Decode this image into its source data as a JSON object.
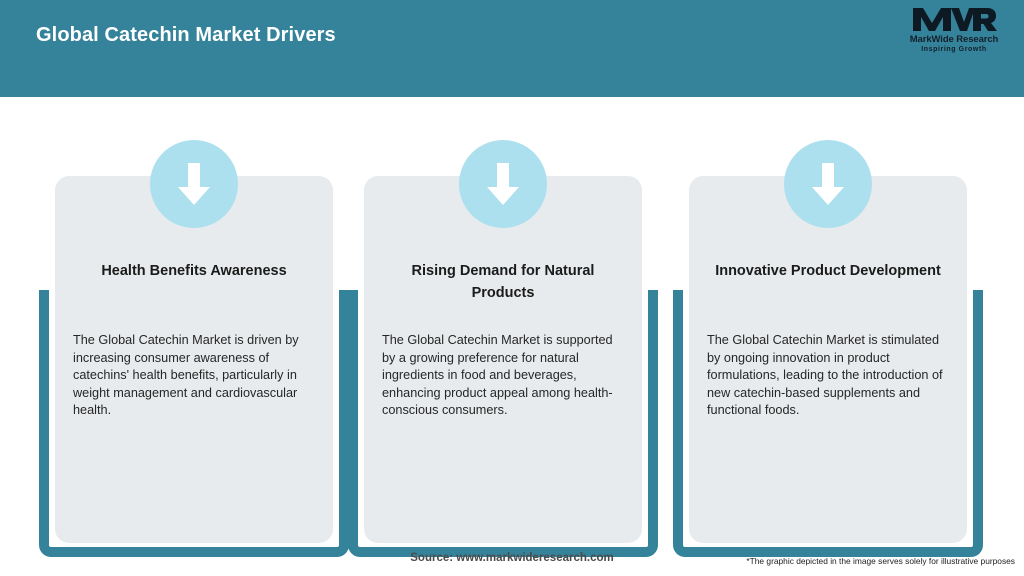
{
  "header": {
    "title": "Global Catechin Market Drivers",
    "background_color": "#34839a",
    "title_color": "#ffffff"
  },
  "logo": {
    "mark": "MWR",
    "name": "MarkWide Research",
    "tagline": "Inspiring Growth",
    "color": "#14202b"
  },
  "theme": {
    "accent_teal": "#34839a",
    "card_background": "#e8ebed",
    "icon_circle": "#ace0ef",
    "arrow_color": "#ffffff"
  },
  "cards": [
    {
      "icon": "arrow-down-icon",
      "title": "Health Benefits Awareness",
      "body": "The Global Catechin Market is driven by increasing consumer awareness of catechins' health benefits, particularly in weight management and cardiovascular health."
    },
    {
      "icon": "arrow-down-icon",
      "title": "Rising Demand for Natural Products",
      "body": "The Global Catechin Market is supported by a growing preference for natural ingredients in food and beverages, enhancing product appeal among health-conscious consumers."
    },
    {
      "icon": "arrow-down-icon",
      "title": "Innovative Product Development",
      "body": "The Global Catechin Market is stimulated by ongoing innovation in product formulations, leading to the introduction of new catechin-based supplements and functional foods."
    }
  ],
  "footer": {
    "source": "Source: www.markwideresearch.com",
    "disclaimer": "*The graphic depicted in the image serves solely for illustrative purposes"
  }
}
